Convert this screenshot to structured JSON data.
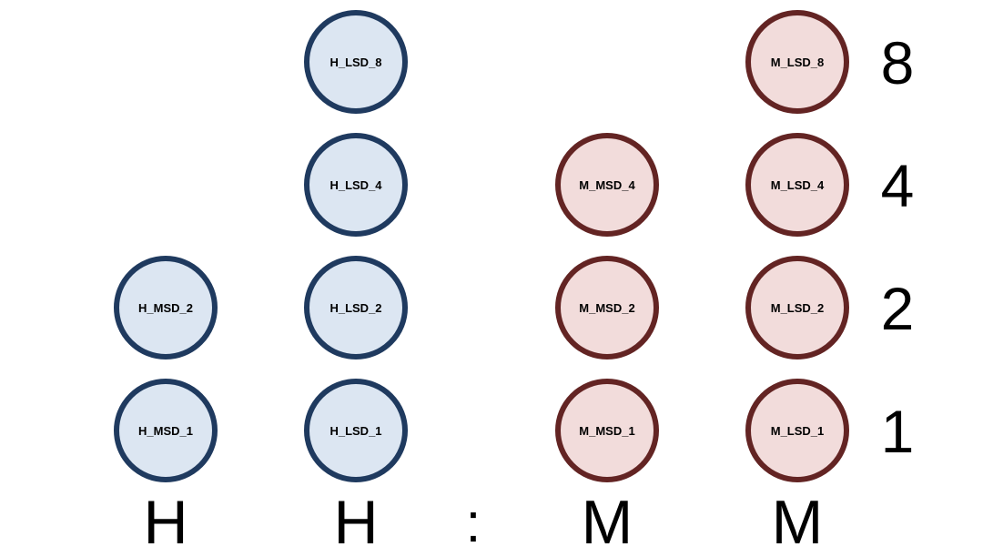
{
  "colors": {
    "hour_fill": "#dce6f2",
    "hour_border": "#1f3a5f",
    "minute_fill": "#f2dcdb",
    "minute_border": "#632423"
  },
  "columns": {
    "hour_msd": {
      "label": "H",
      "leds": [
        "H_MSD_2",
        "H_MSD_1"
      ]
    },
    "hour_lsd": {
      "label": "H",
      "leds": [
        "H_LSD_8",
        "H_LSD_4",
        "H_LSD_2",
        "H_LSD_1"
      ]
    },
    "separator": ":",
    "minute_msd": {
      "label": "M",
      "leds": [
        "M_MSD_4",
        "M_MSD_2",
        "M_MSD_1"
      ]
    },
    "minute_lsd": {
      "label": "M",
      "leds": [
        "M_LSD_8",
        "M_LSD_4",
        "M_LSD_2",
        "M_LSD_1"
      ]
    }
  },
  "weights": [
    "8",
    "4",
    "2",
    "1"
  ]
}
